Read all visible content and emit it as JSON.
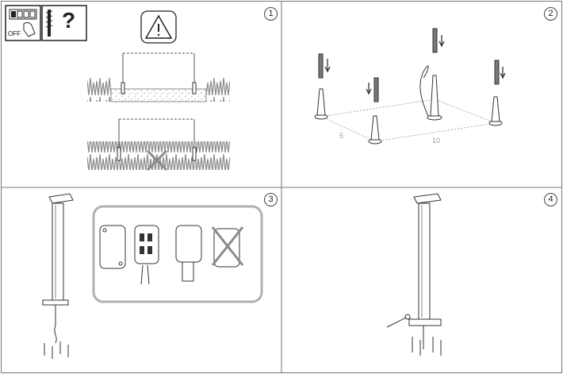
{
  "panels": [
    {
      "number": "1",
      "label_off": "OFF",
      "question_mark": "?"
    },
    {
      "number": "2",
      "dim_short": "5",
      "dim_long": "10"
    },
    {
      "number": "3"
    },
    {
      "number": "4"
    }
  ],
  "colors": {
    "line": "#333333",
    "frame": "#777777",
    "grass": "#8f8f8f",
    "gravel": "#bdbdbd",
    "cross": "#8a8a8a",
    "inset_border": "#b0b0b0",
    "dimension": "#9a9a9a"
  },
  "icons": [
    "power-switch-off-icon",
    "screw-unknown-icon",
    "warning-triangle-icon",
    "down-arrow-icon",
    "wrench-icon",
    "cross-mark-icon"
  ]
}
